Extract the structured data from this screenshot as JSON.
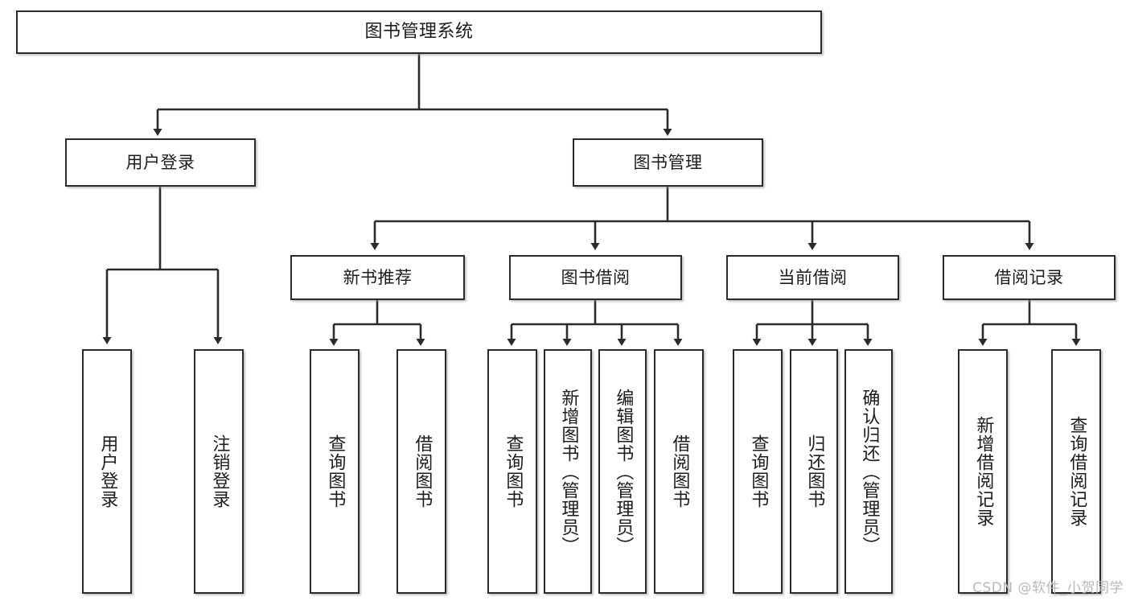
{
  "diagram": {
    "title": "图书管理系统",
    "type": "tree-hierarchy",
    "watermark": "CSDN @软件_小贺同学",
    "colors": {
      "border": "#2b2b2b",
      "text": "#1c1c1c",
      "background": "#ffffff",
      "watermark": "#b9b9b9"
    },
    "nodes": {
      "root": {
        "label": "图书管理系统",
        "level": 0
      },
      "level1": [
        {
          "id": "user-login",
          "label": "用户登录"
        },
        {
          "id": "book-management",
          "label": "图书管理"
        }
      ],
      "level2": [
        {
          "id": "new-book-recommend",
          "label": "新书推荐",
          "parent": "book-management"
        },
        {
          "id": "book-borrow",
          "label": "图书借阅",
          "parent": "book-management"
        },
        {
          "id": "current-borrow",
          "label": "当前借阅",
          "parent": "book-management"
        },
        {
          "id": "borrow-record",
          "label": "借阅记录",
          "parent": "book-management"
        }
      ],
      "leaves": [
        {
          "id": "leaf-user-login",
          "label": "用户登录",
          "parent": "user-login"
        },
        {
          "id": "leaf-logout",
          "label": "注销登录",
          "parent": "user-login"
        },
        {
          "id": "leaf-query-book-1",
          "label": "查询图书",
          "parent": "new-book-recommend"
        },
        {
          "id": "leaf-borrow-book-1",
          "label": "借阅图书",
          "parent": "new-book-recommend"
        },
        {
          "id": "leaf-query-book-2",
          "label": "查询图书",
          "parent": "book-borrow"
        },
        {
          "id": "leaf-add-book",
          "label": "新增图书（管理员）",
          "parent": "book-borrow"
        },
        {
          "id": "leaf-edit-book",
          "label": "编辑图书（管理员）",
          "parent": "book-borrow"
        },
        {
          "id": "leaf-borrow-book-2",
          "label": "借阅图书",
          "parent": "book-borrow"
        },
        {
          "id": "leaf-query-book-3",
          "label": "查询图书",
          "parent": "current-borrow"
        },
        {
          "id": "leaf-return-book",
          "label": "归还图书",
          "parent": "current-borrow"
        },
        {
          "id": "leaf-confirm-return",
          "label": "确认归还（管理员）",
          "parent": "current-borrow"
        },
        {
          "id": "leaf-add-record",
          "label": "新增借阅记录",
          "parent": "borrow-record"
        },
        {
          "id": "leaf-query-record",
          "label": "查询借阅记录",
          "parent": "borrow-record"
        }
      ]
    }
  }
}
